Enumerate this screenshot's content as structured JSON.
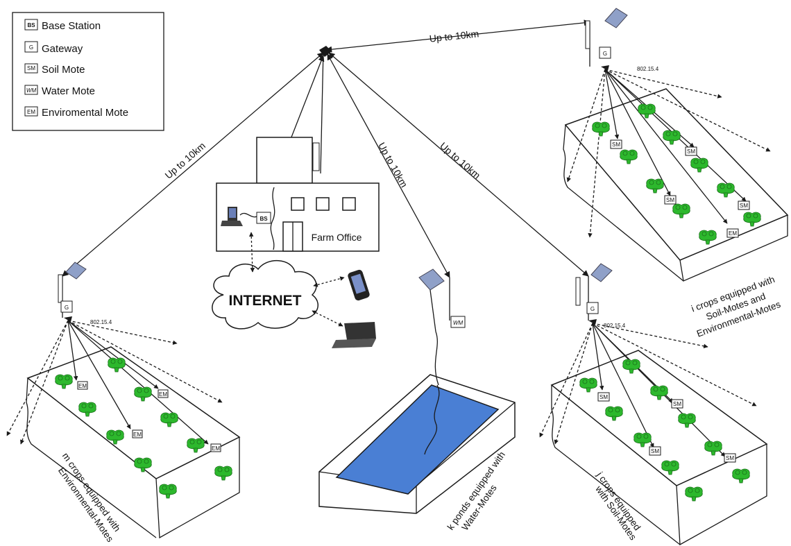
{
  "legend": {
    "items": [
      {
        "code": "BS",
        "label": "Base Station"
      },
      {
        "code": "G",
        "label": "Gateway"
      },
      {
        "code": "SM",
        "label": "Soil Mote"
      },
      {
        "code": "WM",
        "label": "Water Mote"
      },
      {
        "code": "EM",
        "label": "Enviromental Mote"
      }
    ]
  },
  "links": {
    "range": "Up to 10km",
    "protocol": "802.15.4"
  },
  "office": {
    "label": "Farm Office",
    "base_station": "BS"
  },
  "internet": {
    "label": "INTERNET"
  },
  "gateway_code": "G",
  "water_mote_code": "WM",
  "soil_mote_code": "SM",
  "env_mote_code": "EM",
  "fields": {
    "left": {
      "line1": "m crops equipped with",
      "line2": "Environmental-Motes"
    },
    "pond": {
      "line1": "k ponds equipped with",
      "line2": "Water-Motes"
    },
    "right_bottom": {
      "line1": "j crops equipped",
      "line2": "with Soil-Motes"
    },
    "right_top": {
      "line1": "i crops equipped with",
      "line2": "Soil-Motes and",
      "line3": "Environmental-Motes"
    }
  },
  "colors": {
    "plant": "#2db82d",
    "pond": "#4a7fd4",
    "line": "#1a1a1a"
  }
}
